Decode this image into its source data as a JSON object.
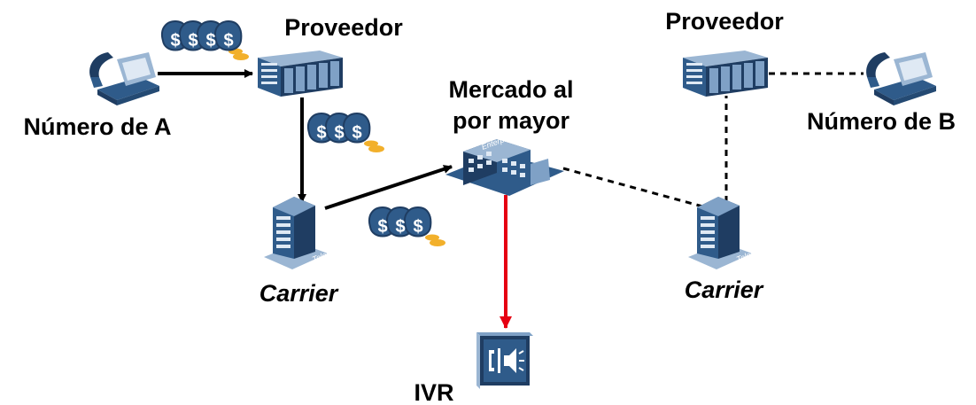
{
  "labels": {
    "number_a": "Número de A",
    "number_b": "Número de B",
    "provider_left": "Proveedor",
    "provider_right": "Proveedor",
    "wholesale_line1": "Mercado al",
    "wholesale_line2": "por mayor",
    "carrier_left": "Carrier",
    "carrier_right": "Carrier",
    "ivr": "IVR",
    "enterprise_tag": "Enterprise",
    "telecom_tag": "Telecom"
  },
  "colors": {
    "arrow_paid": "#000000",
    "arrow_ivr": "#e60012",
    "icon_dark": "#1f3d62",
    "icon_mid": "#2f5b8a",
    "icon_light": "#9bb6d3",
    "coin": "#f2b02b"
  },
  "icons": {
    "phone": "phone-icon",
    "server": "server-icon",
    "money": "money-bags-icon",
    "carrier": "telecom-building-icon",
    "market": "enterprise-building-icon",
    "ivr": "ivr-icon"
  }
}
